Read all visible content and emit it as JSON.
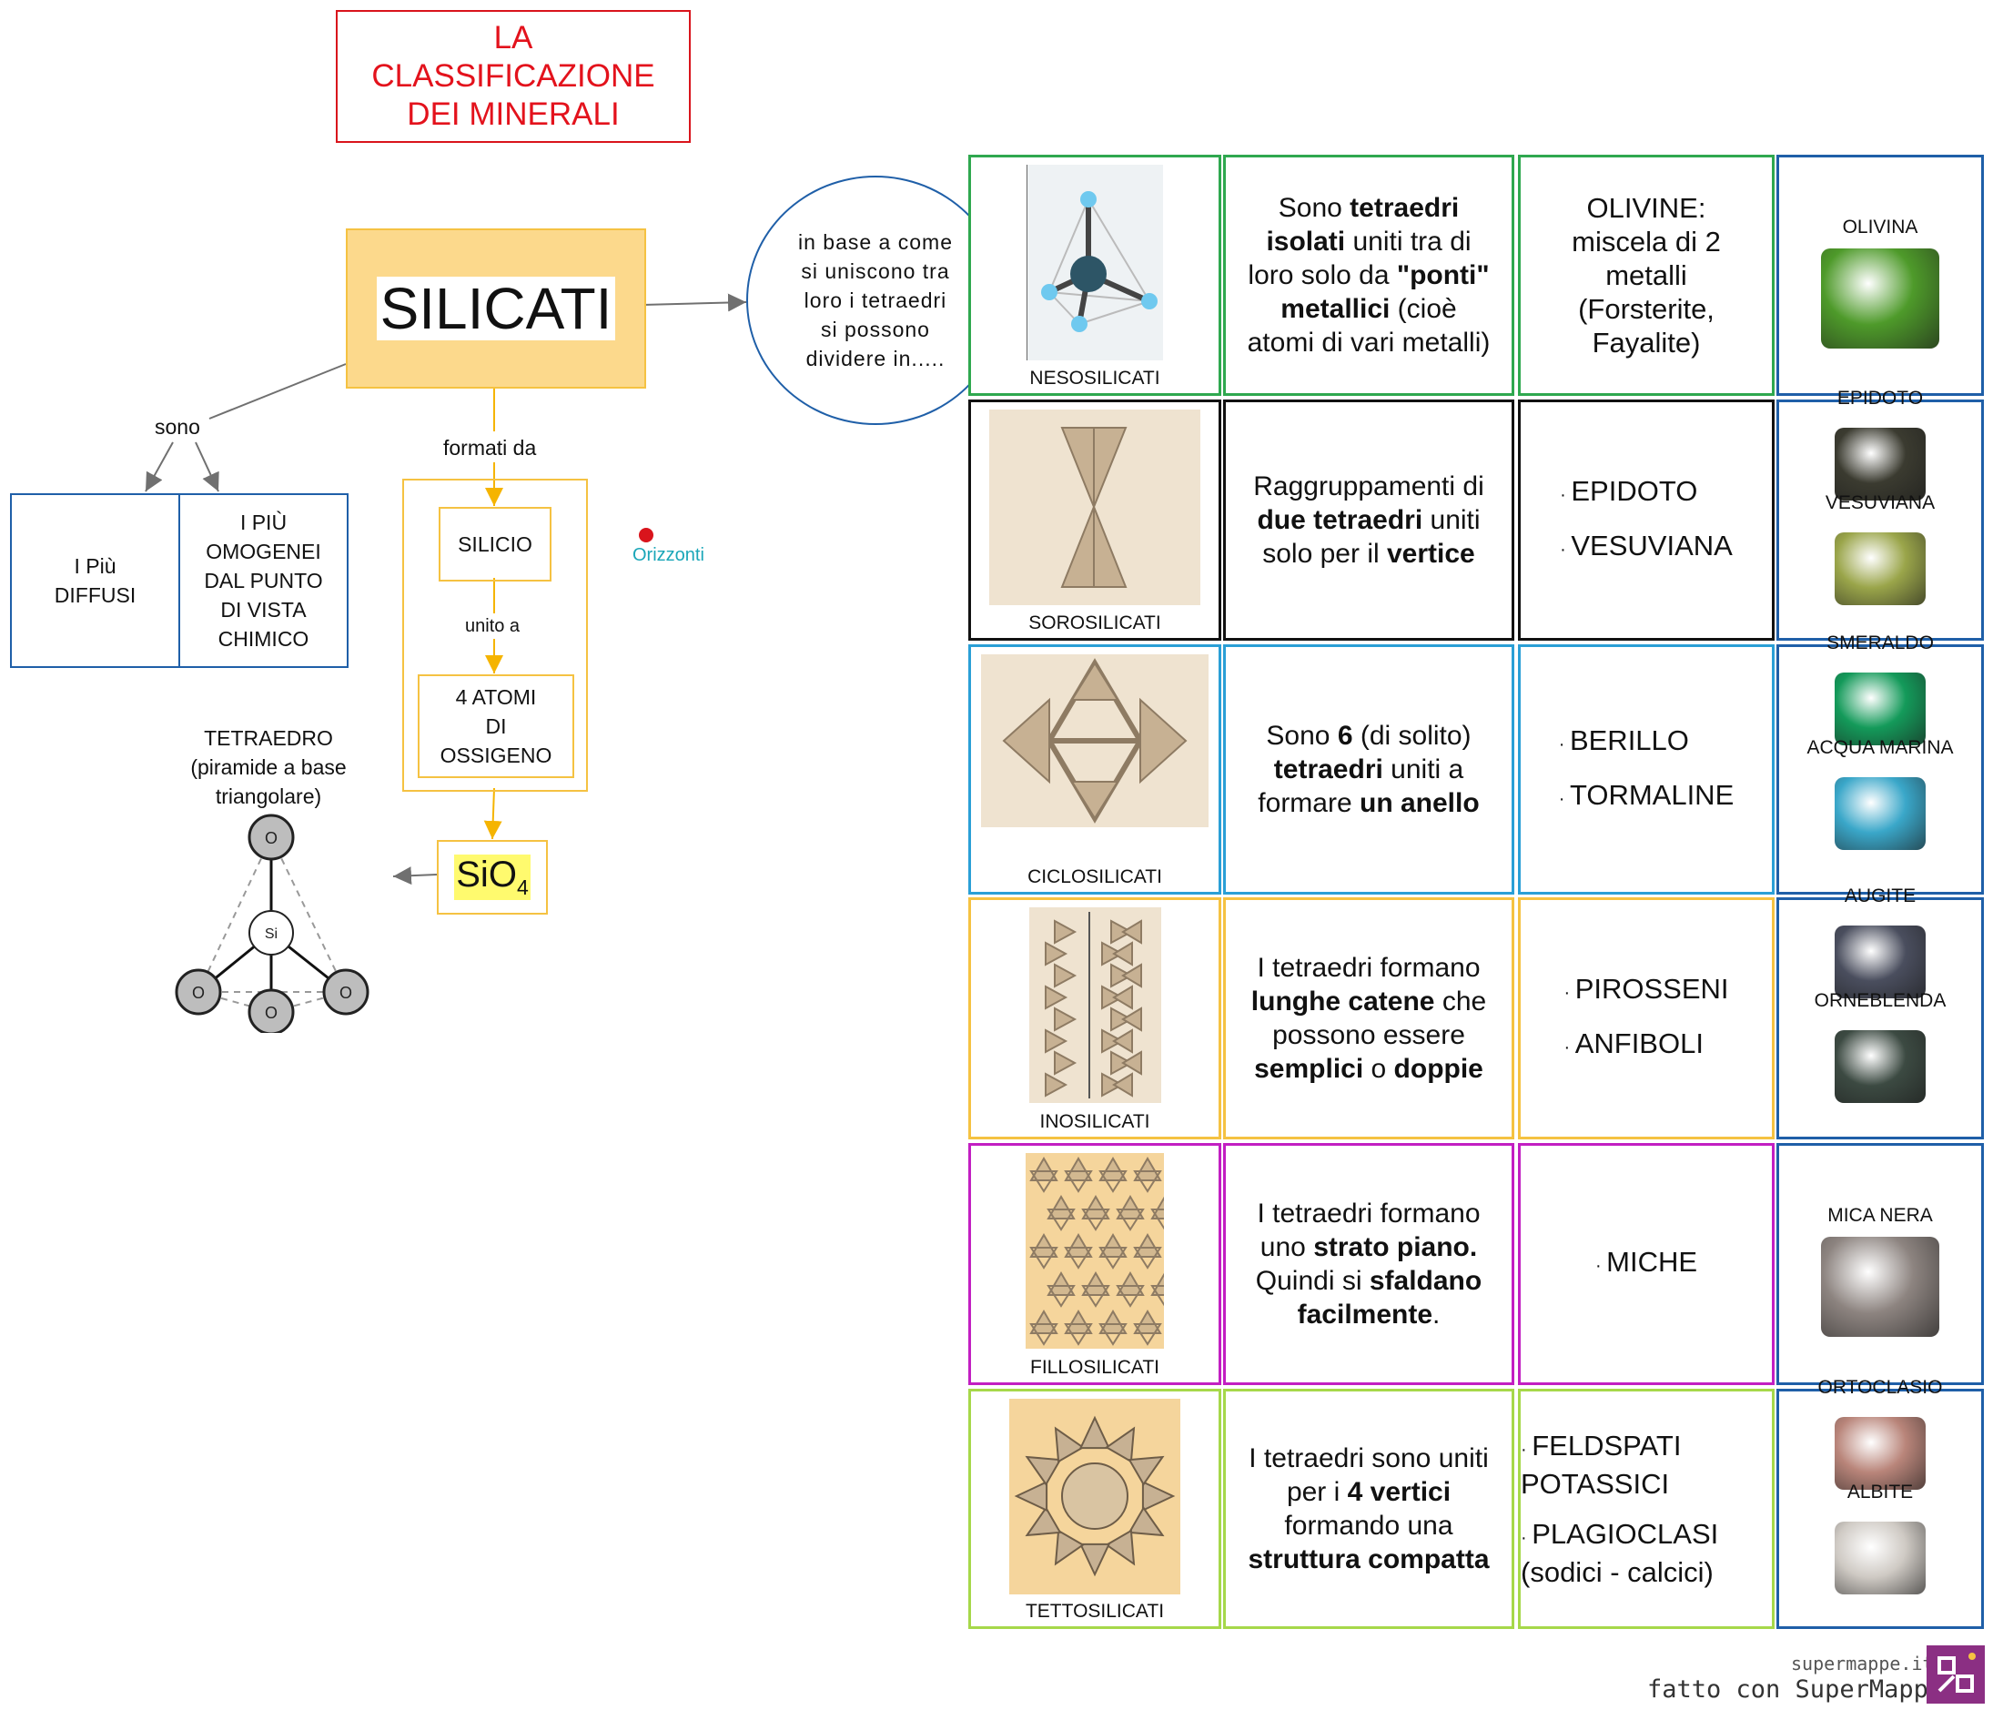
{
  "title": [
    "LA",
    "CLASSIFICAZIONE",
    "DEI MINERALI"
  ],
  "main_node": "SILICATI",
  "circle_text": [
    "in base a come",
    "si uniscono tra",
    "loro i tetraedri",
    "si possono",
    "dividere in....."
  ],
  "labels": {
    "sono": "sono",
    "formati_da": "formati da",
    "unito_a": "unito a"
  },
  "left_boxes": {
    "diffusi": [
      "I Più",
      "DIFFUSI"
    ],
    "omogenei": [
      "I PIÙ",
      "OMOGENEI",
      "DAL PUNTO",
      "DI VISTA",
      "CHIMICO"
    ]
  },
  "chain": {
    "silicio": "SILICIO",
    "ossigeno": [
      "4 ATOMI",
      "DI",
      "OSSIGENO"
    ],
    "formula": "SiO",
    "formula_sub": "4"
  },
  "tetraedro": {
    "label": [
      "TETRAEDRO",
      "(piramide a base",
      "triangolare)"
    ],
    "center": "Si",
    "atom": "O"
  },
  "logo_text": "Orizzonti",
  "rows": [
    {
      "name": "NESOSILICATI",
      "color": "#2fa84f",
      "desc_html": "Sono <b>tetraedri isolati</b> uniti tra di loro solo da <b>\"ponti\" metallici</b> (cioè atomi di vari metalli)",
      "examples": [
        "OLIVINE:",
        "miscela di 2",
        "metalli",
        "(Forsterite,",
        "Fayalite)"
      ],
      "bulleted": false,
      "minerals": [
        {
          "name": "OLIVINA",
          "color": "#4e9a2a"
        }
      ]
    },
    {
      "name": "SOROSILICATI",
      "color": "#111111",
      "desc_html": "Raggruppamenti di <b>due tetraedri</b> uniti solo per il <b>vertice</b>",
      "examples": [
        "EPIDOTO",
        "VESUVIANA"
      ],
      "bulleted": true,
      "minerals": [
        {
          "name": "EPIDOTO",
          "color": "#3b3b30"
        },
        {
          "name": "VESUVIANA",
          "color": "#9aa54a"
        }
      ]
    },
    {
      "name": "CICLOSILICATI",
      "color": "#2a9fd6",
      "desc_html": "Sono <b>6</b> (di solito) <b>tetraedri</b> uniti a formare <b>un anello</b>",
      "examples": [
        "BERILLO",
        "TORMALINE"
      ],
      "bulleted": true,
      "minerals": [
        {
          "name": "SMERALDO",
          "color": "#149a5a"
        },
        {
          "name": "ACQUA MARINA",
          "color": "#3aa7c9"
        }
      ]
    },
    {
      "name": "INOSILICATI",
      "color": "#f5c242",
      "desc_html": "I tetraedri formano <b>lunghe catene</b> che possono essere <b>semplici</b> o <b>doppie</b>",
      "examples": [
        "PIROSSENI",
        "ANFIBOLI"
      ],
      "bulleted": true,
      "minerals": [
        {
          "name": "AUGITE",
          "color": "#4a4e5e"
        },
        {
          "name": "ORNEBLENDA",
          "color": "#3c4a42"
        }
      ]
    },
    {
      "name": "FILLOSILICATI",
      "color": "#c21fc2",
      "desc_html": "I tetraedri formano uno <b>strato piano.</b> Quindi si <b>sfaldano facilmente</b>.",
      "examples": [
        "MICHE"
      ],
      "bulleted": true,
      "minerals": [
        {
          "name": "MICA NERA",
          "color": "#8d8480"
        }
      ]
    },
    {
      "name": "TETTOSILICATI",
      "color": "#a6d84a",
      "desc_html": "I tetraedri sono uniti per i <b>4 vertici</b> formando una <b>struttura compatta</b>",
      "examples": [
        "FELDSPATI POTASSICI",
        "PLAGIOCLASI (sodici - calcici)"
      ],
      "bulleted": true,
      "minerals": [
        {
          "name": "ORTOCLASIO",
          "color": "#b9857a"
        },
        {
          "name": "ALBITE",
          "color": "#cfcac4"
        }
      ]
    }
  ],
  "mineral_column_color": "#1f5fa8",
  "footer": {
    "site": "supermappe.it",
    "made_with": "fatto con SuperMappe"
  }
}
